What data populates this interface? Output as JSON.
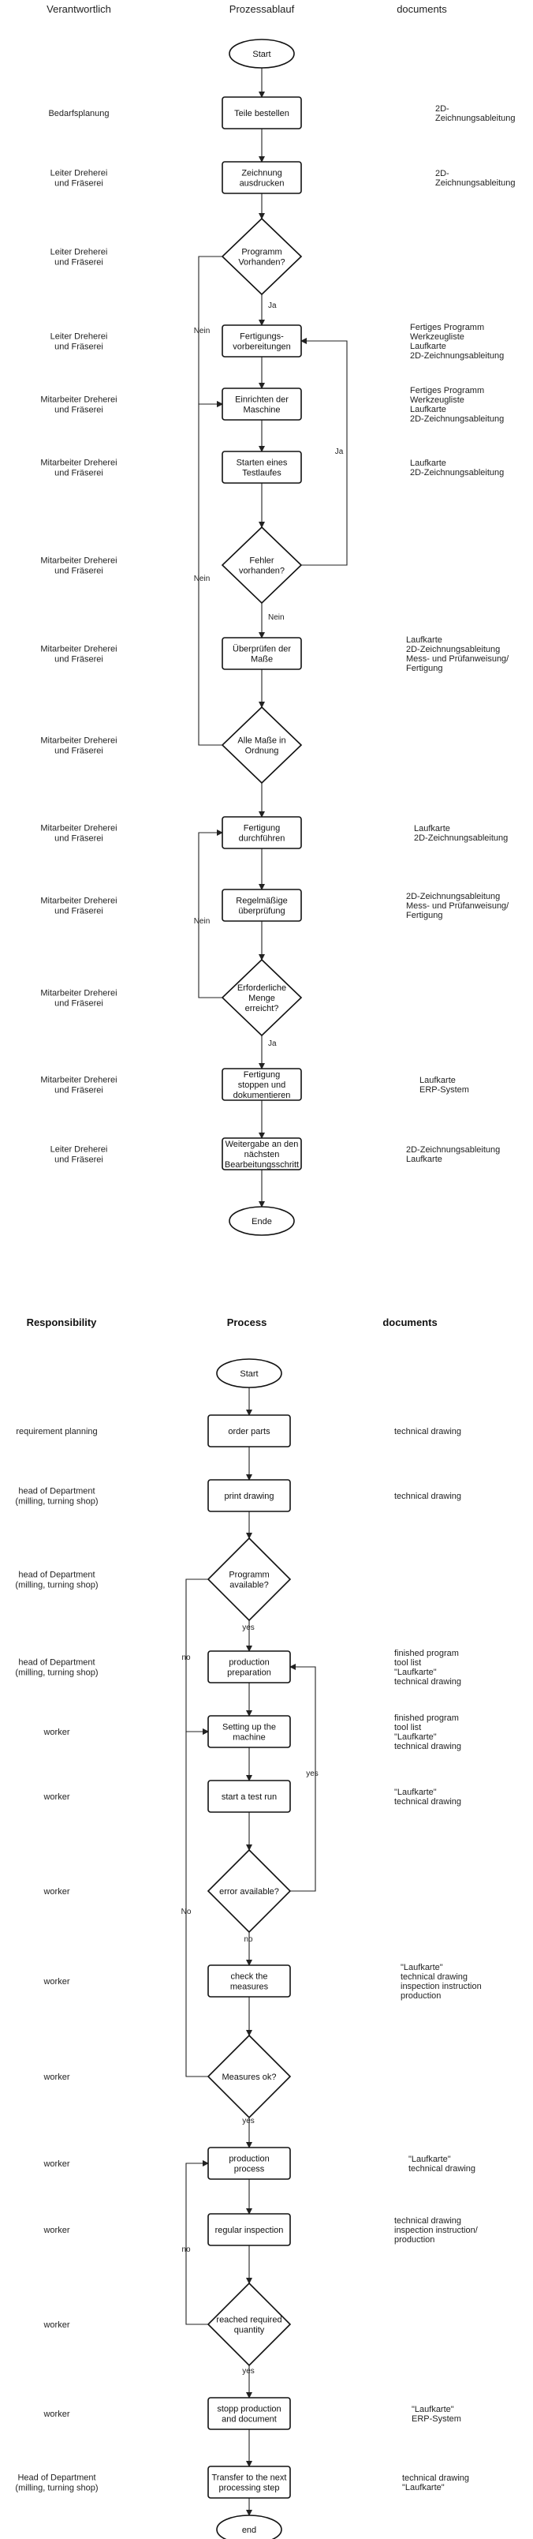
{
  "german": {
    "headers": {
      "responsibility": "Verantwortlich",
      "process": "Prozessablauf",
      "documents": "documents"
    },
    "nodes": [
      {
        "id": "start",
        "type": "terminal",
        "lines": [
          "Start"
        ],
        "resp": [],
        "docs": []
      },
      {
        "id": "n1",
        "type": "process",
        "lines": [
          "Teile bestellen"
        ],
        "resp": [
          "Bedarfsplanung"
        ],
        "docs": [
          "2D-",
          "Zeichnungsableitung"
        ]
      },
      {
        "id": "n2",
        "type": "process",
        "lines": [
          "Zeichnung",
          "ausdrucken"
        ],
        "resp": [
          "Leiter Dreherei",
          "und Fräserei"
        ],
        "docs": [
          "2D-",
          "Zeichnungsableitung"
        ]
      },
      {
        "id": "d1",
        "type": "decision",
        "lines": [
          "Programm",
          "Vorhanden?"
        ],
        "resp": [
          "Leiter Dreherei",
          "und Fräserei"
        ],
        "docs": []
      },
      {
        "id": "n3",
        "type": "process",
        "lines": [
          "Fertigungs-",
          "vorbereitungen"
        ],
        "resp": [
          "Leiter Dreherei",
          "und Fräserei"
        ],
        "docs": [
          "Fertiges Programm",
          "Werkzeugliste",
          "Laufkarte",
          "2D-Zeichnungsableitung"
        ]
      },
      {
        "id": "n4",
        "type": "process",
        "lines": [
          "Einrichten der",
          "Maschine"
        ],
        "resp": [
          "Mitarbeiter Dreherei",
          "und Fräserei"
        ],
        "docs": [
          "Fertiges Programm",
          "Werkzeugliste",
          "Laufkarte",
          "2D-Zeichnungsableitung"
        ]
      },
      {
        "id": "n5",
        "type": "process",
        "lines": [
          "Starten eines",
          "Testlaufes"
        ],
        "resp": [
          "Mitarbeiter Dreherei",
          "und Fräserei"
        ],
        "docs": [
          "Laufkarte",
          "2D-Zeichnungsableitung"
        ]
      },
      {
        "id": "d2",
        "type": "decision",
        "lines": [
          "Fehler",
          "vorhanden?"
        ],
        "resp": [
          "Mitarbeiter Dreherei",
          "und Fräserei"
        ],
        "docs": []
      },
      {
        "id": "n6",
        "type": "process",
        "lines": [
          "Überprüfen der",
          "Maße"
        ],
        "resp": [
          "Mitarbeiter Dreherei",
          "und Fräserei"
        ],
        "docs": [
          "Laufkarte",
          "2D-Zeichnungsableitung",
          "Mess- und Prüfanweisung/",
          "Fertigung"
        ]
      },
      {
        "id": "d3",
        "type": "decision",
        "lines": [
          "Alle Maße in",
          "Ordnung"
        ],
        "resp": [
          "Mitarbeiter Dreherei",
          "und Fräserei"
        ],
        "docs": []
      },
      {
        "id": "n7",
        "type": "process",
        "lines": [
          "Fertigung",
          "durchführen"
        ],
        "resp": [
          "Mitarbeiter Dreherei",
          "und Fräserei"
        ],
        "docs": [
          "Laufkarte",
          "2D-Zeichnungsableitung"
        ]
      },
      {
        "id": "n8",
        "type": "process",
        "lines": [
          "Regelmäßige",
          "überprüfung"
        ],
        "resp": [
          "Mitarbeiter Dreherei",
          "und Fräserei"
        ],
        "docs": [
          "2D-Zeichnungsableitung",
          "Mess- und Prüfanweisung/",
          "Fertigung"
        ]
      },
      {
        "id": "d4",
        "type": "decision",
        "lines": [
          "Erforderliche",
          "Menge",
          "erreicht?"
        ],
        "resp": [
          "Mitarbeiter Dreherei",
          "und Fräserei"
        ],
        "docs": []
      },
      {
        "id": "n9",
        "type": "process",
        "lines": [
          "Fertigung",
          "stoppen und",
          "dokumentieren"
        ],
        "resp": [
          "Mitarbeiter Dreherei",
          "und Fräserei"
        ],
        "docs": [
          "Laufkarte",
          "ERP-System"
        ]
      },
      {
        "id": "n10",
        "type": "process",
        "lines": [
          "Weitergabe an den",
          "nächsten",
          "Bearbeitungsschritt"
        ],
        "resp": [
          "Leiter Dreherei",
          "und Fräserei"
        ],
        "docs": [
          "2D-Zeichnungsableitung",
          "Laufkarte"
        ]
      },
      {
        "id": "end",
        "type": "terminal",
        "lines": [
          "Ende"
        ],
        "resp": [],
        "docs": []
      }
    ],
    "labels": {
      "yes": "Ja",
      "no": "Nein"
    }
  },
  "english": {
    "headers": {
      "responsibility": "Responsibility",
      "process": "Process",
      "documents": "documents"
    },
    "nodes": [
      {
        "id": "start",
        "type": "terminal",
        "lines": [
          "Start"
        ],
        "resp": [],
        "docs": []
      },
      {
        "id": "n1",
        "type": "process",
        "lines": [
          "order parts"
        ],
        "resp": [
          "requirement planning"
        ],
        "docs": [
          "technical drawing"
        ]
      },
      {
        "id": "n2",
        "type": "process",
        "lines": [
          "print drawing"
        ],
        "resp": [
          "head of Department",
          "(milling, turning shop)"
        ],
        "docs": [
          "technical drawing"
        ]
      },
      {
        "id": "d1",
        "type": "decision",
        "lines": [
          "Programm",
          "available?"
        ],
        "resp": [
          "head of Department",
          "(milling, turning shop)"
        ],
        "docs": []
      },
      {
        "id": "n3",
        "type": "process",
        "lines": [
          "production",
          "preparation"
        ],
        "resp": [
          "head of Department",
          "(milling, turning shop)"
        ],
        "docs": [
          "finished program",
          "tool list",
          "\"Laufkarte\"",
          "technical drawing"
        ]
      },
      {
        "id": "n4",
        "type": "process",
        "lines": [
          "Setting up the",
          "machine"
        ],
        "resp": [
          "worker"
        ],
        "docs": [
          "finished program",
          "tool list",
          "\"Laufkarte\"",
          "technical drawing"
        ]
      },
      {
        "id": "n5",
        "type": "process",
        "lines": [
          "start a test run"
        ],
        "resp": [
          "worker"
        ],
        "docs": [
          "\"Laufkarte\"",
          "technical drawing"
        ]
      },
      {
        "id": "d2",
        "type": "decision",
        "lines": [
          "error available?"
        ],
        "resp": [
          "worker"
        ],
        "docs": []
      },
      {
        "id": "n6",
        "type": "process",
        "lines": [
          "check the",
          "measures"
        ],
        "resp": [
          "worker"
        ],
        "docs": [
          "\"Laufkarte\"",
          "technical drawing",
          "inspection instruction",
          "production"
        ]
      },
      {
        "id": "d3",
        "type": "decision",
        "lines": [
          "Measures ok?"
        ],
        "resp": [
          "worker"
        ],
        "docs": []
      },
      {
        "id": "n7",
        "type": "process",
        "lines": [
          "production",
          "process"
        ],
        "resp": [
          "worker"
        ],
        "docs": [
          "\"Laufkarte\"",
          "technical drawing"
        ]
      },
      {
        "id": "n8",
        "type": "process",
        "lines": [
          "regular inspection"
        ],
        "resp": [
          "worker"
        ],
        "docs": [
          "technical drawing",
          "inspection instruction/",
          "production"
        ]
      },
      {
        "id": "d4",
        "type": "decision",
        "lines": [
          "reached required",
          "quantity"
        ],
        "resp": [
          "worker"
        ],
        "docs": []
      },
      {
        "id": "n9",
        "type": "process",
        "lines": [
          "stopp production",
          "and document"
        ],
        "resp": [
          "worker"
        ],
        "docs": [
          "\"Laufkarte\"",
          "ERP-System"
        ]
      },
      {
        "id": "n10",
        "type": "process",
        "lines": [
          "Transfer to the next",
          "processing step"
        ],
        "resp": [
          "Head of Department",
          "(milling, turning shop)"
        ],
        "docs": [
          "technical drawing",
          "\"Laufkarte\""
        ]
      },
      {
        "id": "end",
        "type": "terminal",
        "lines": [
          "end"
        ],
        "resp": [],
        "docs": []
      }
    ],
    "labels": {
      "yes": "yes",
      "no": "no",
      "no_cap": "No"
    }
  }
}
